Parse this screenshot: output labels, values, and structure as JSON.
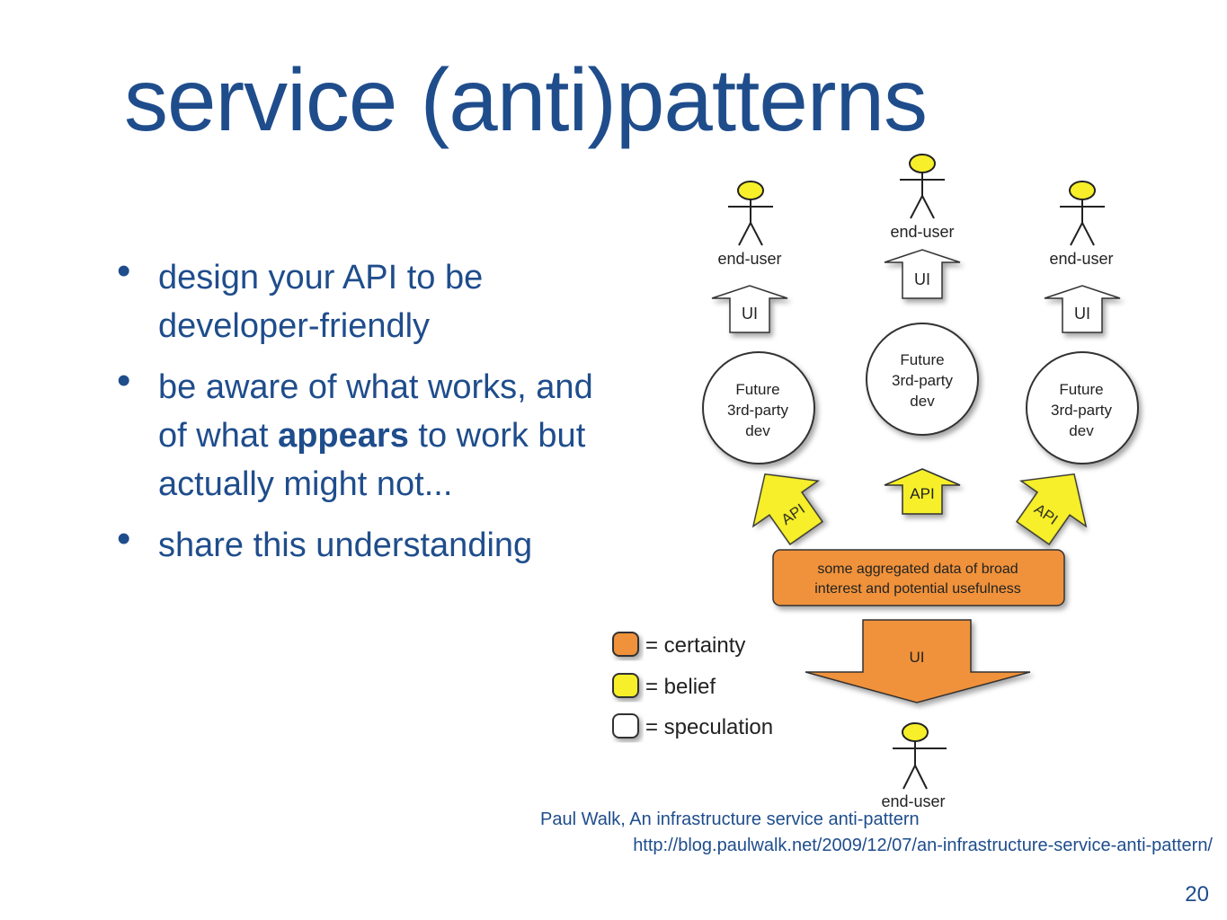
{
  "slide": {
    "title": "service (anti)patterns",
    "bullets": [
      {
        "pre": "design your API to be developer-friendly",
        "bold": "",
        "post": ""
      },
      {
        "pre": "be aware of what works, and of what ",
        "bold": "appears",
        "post": " to work but actually might not..."
      },
      {
        "pre": "share this understanding",
        "bold": "",
        "post": ""
      }
    ],
    "bullet_glyph": "•",
    "caption_author": "Paul Walk, An infrastructure service anti-pattern",
    "caption_url": "http://blog.paulwalk.net/2009/12/07/an-infrastructure-service-anti-pattern/",
    "page_number": "20"
  },
  "diagram": {
    "end_user_label": "end-user",
    "ui_label": "UI",
    "api_label": "API",
    "dev_line1": "Future",
    "dev_line2": "3rd-party",
    "dev_line3": "dev",
    "data_line1": "some aggregated data of broad",
    "data_line2": "interest and potential usefulness",
    "legend": [
      {
        "label": "= certainty",
        "color": "#f0923a"
      },
      {
        "label": "= belief",
        "color": "#f6ef2a"
      },
      {
        "label": "= speculation",
        "color": "#ffffff"
      }
    ]
  }
}
